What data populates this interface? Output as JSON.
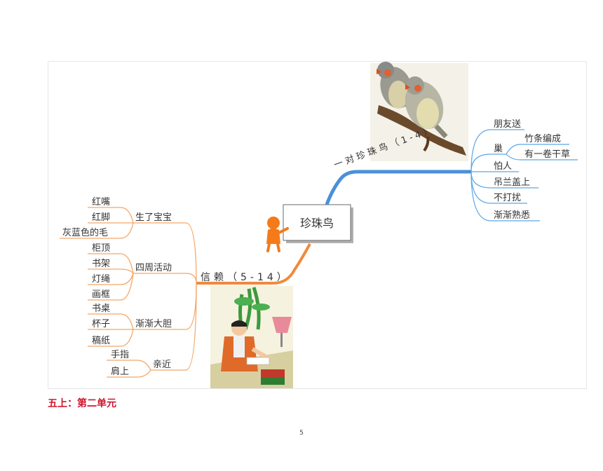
{
  "central_topic": "珍珠鸟",
  "branch_top": {
    "label": "一对珍珠鸟（1-4）",
    "items": [
      "朋友送",
      "巢",
      "竹条编成",
      "有一卷干草",
      "怕人",
      "吊兰盖上",
      "不打扰",
      "渐渐熟悉"
    ]
  },
  "branch_left": {
    "label": "信赖（5-14）",
    "groups": [
      {
        "label": "生了宝宝",
        "items": [
          "红嘴",
          "红脚",
          "灰蓝色的毛"
        ]
      },
      {
        "label": "四周活动",
        "items": [
          "柜顶",
          "书架",
          "灯绳",
          "画框"
        ]
      },
      {
        "label": "渐渐大胆",
        "items": [
          "书桌",
          "杯子",
          "稿纸"
        ]
      },
      {
        "label": "亲近",
        "items": [
          "手指",
          "肩上"
        ]
      }
    ]
  },
  "caption": "五上：第二单元",
  "page_number": "5",
  "colors": {
    "top_branch": "#4a90d9",
    "left_branch": "#f08a3c",
    "caption": "#d0142c"
  }
}
